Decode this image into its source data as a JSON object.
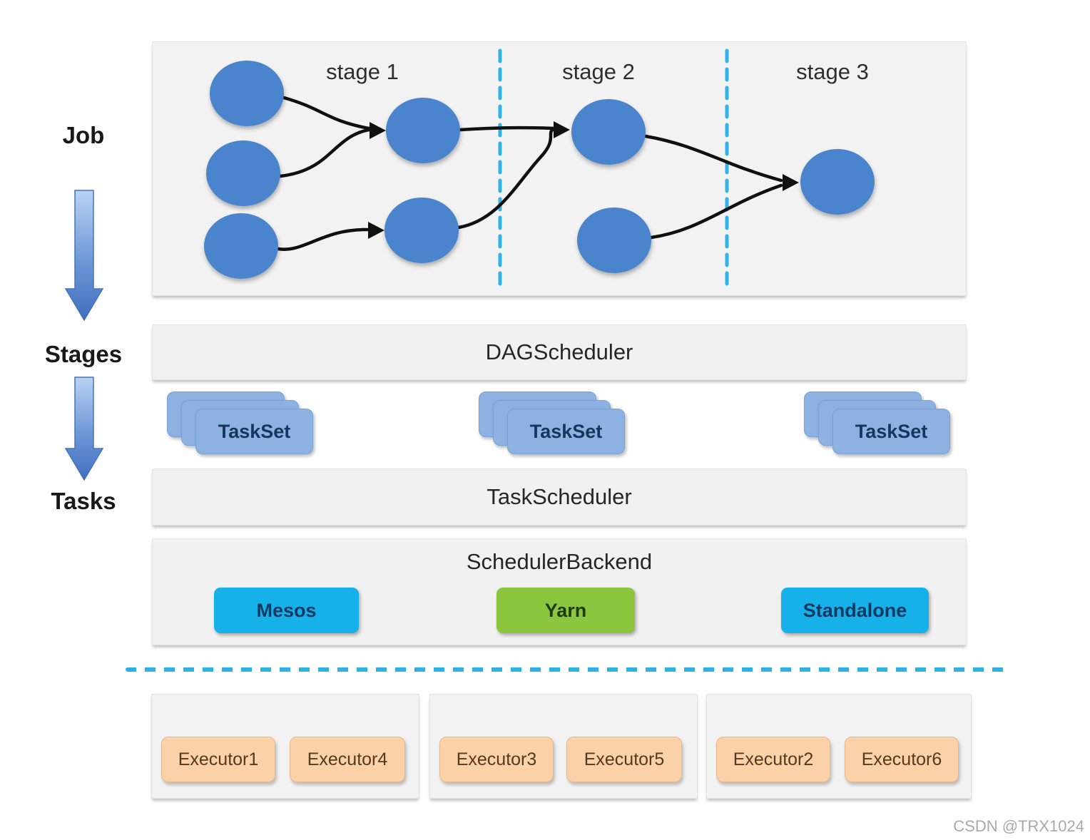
{
  "left_rail": {
    "job": "Job",
    "stages": "Stages",
    "tasks": "Tasks"
  },
  "dag_panel": {
    "stage_labels": [
      "stage 1",
      "stage 2",
      "stage 3"
    ]
  },
  "schedulers": {
    "dag_scheduler": "DAGScheduler",
    "task_scheduler": "TaskScheduler"
  },
  "tasksets": [
    "TaskSet",
    "TaskSet",
    "TaskSet"
  ],
  "scheduler_backend": {
    "title": "SchedulerBackend",
    "backends": [
      {
        "label": "Mesos",
        "bg": "#17b1e9",
        "fg": "#0e3a63"
      },
      {
        "label": "Yarn",
        "bg": "#8cc63e",
        "fg": "#1e3a10"
      },
      {
        "label": "Standalone",
        "bg": "#17b1e9",
        "fg": "#0e3a63"
      }
    ]
  },
  "executors": {
    "groups": [
      {
        "items": [
          "Executor1",
          "Executor4"
        ]
      },
      {
        "items": [
          "Executor3",
          "Executor5"
        ]
      },
      {
        "items": [
          "Executor2",
          "Executor6"
        ]
      }
    ]
  },
  "watermark": "CSDN @TRX1024",
  "colors": {
    "dag_node": "#4a84cc",
    "taskset_card": "#8db1e1",
    "stage_divider": "#2fb4e8",
    "executor_box": "#fbd2a7",
    "panel_bg": "#f1f1f1"
  }
}
